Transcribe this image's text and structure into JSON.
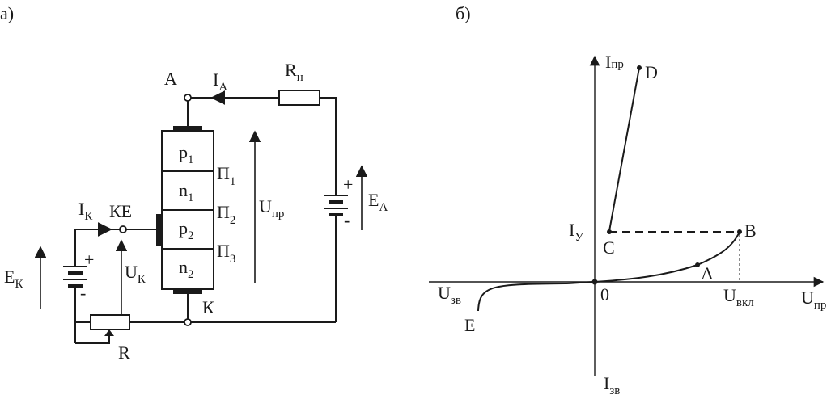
{
  "panels": {
    "a": {
      "label": "а)"
    },
    "b": {
      "label": "б)"
    }
  },
  "circuit": {
    "node_a": "A",
    "node_k": "К",
    "control_electrode": "КЕ",
    "anode_current": {
      "main": "I",
      "sub": "A"
    },
    "control_current": {
      "main": "I",
      "sub": "К"
    },
    "load_resistor": {
      "main": "R",
      "sub": "н"
    },
    "resistor": "R",
    "source_a": {
      "main": "E",
      "sub": "A"
    },
    "source_k": {
      "main": "E",
      "sub": "К"
    },
    "control_voltage": {
      "main": "U",
      "sub": "К"
    },
    "forward_voltage": {
      "main": "U",
      "sub": "пр"
    },
    "plus": "+",
    "minus": "-",
    "layers": [
      {
        "main": "p",
        "sub": "1"
      },
      {
        "main": "n",
        "sub": "1"
      },
      {
        "main": "p",
        "sub": "2"
      },
      {
        "main": "n",
        "sub": "2"
      }
    ],
    "junctions": [
      {
        "main": "П",
        "sub": "1"
      },
      {
        "main": "П",
        "sub": "2"
      },
      {
        "main": "П",
        "sub": "3"
      }
    ]
  },
  "characteristic": {
    "axis_x_pos": {
      "main": "U",
      "sub": "пр"
    },
    "axis_x_neg": {
      "main": "U",
      "sub": "зв"
    },
    "axis_y_pos": {
      "main": "I",
      "sub": "пр"
    },
    "axis_y_neg": {
      "main": "I",
      "sub": "зв"
    },
    "origin": "0",
    "holding_current": {
      "main": "I",
      "sub": "У"
    },
    "switch_voltage": {
      "main": "U",
      "sub": "вкл"
    },
    "points": [
      "A",
      "B",
      "C",
      "D",
      "E"
    ]
  }
}
